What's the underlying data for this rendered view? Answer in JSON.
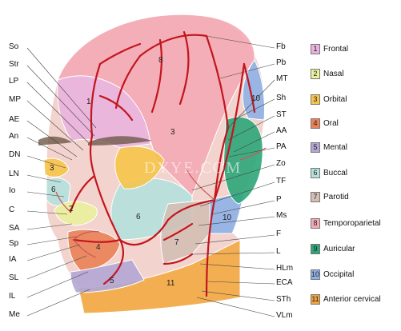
{
  "left_labels": [
    {
      "id": "So",
      "text": "So"
    },
    {
      "id": "Str",
      "text": "Str"
    },
    {
      "id": "LP",
      "text": "LP"
    },
    {
      "id": "MP",
      "text": "MP"
    },
    {
      "id": "AE",
      "text": "AE"
    },
    {
      "id": "An",
      "text": "An"
    },
    {
      "id": "DN",
      "text": "DN"
    },
    {
      "id": "LN",
      "text": "LN"
    },
    {
      "id": "Io",
      "text": "Io"
    },
    {
      "id": "C",
      "text": "C"
    },
    {
      "id": "SA",
      "text": "SA"
    },
    {
      "id": "Sp",
      "text": "Sp"
    },
    {
      "id": "IA",
      "text": "IA"
    },
    {
      "id": "SL",
      "text": "SL"
    },
    {
      "id": "IL",
      "text": "IL"
    },
    {
      "id": "Me",
      "text": "Me"
    }
  ],
  "right_labels": [
    {
      "id": "Fb",
      "text": "Fb"
    },
    {
      "id": "Pb",
      "text": "Pb"
    },
    {
      "id": "MT",
      "text": "MT"
    },
    {
      "id": "Sh",
      "text": "Sh"
    },
    {
      "id": "ST",
      "text": "ST"
    },
    {
      "id": "AA",
      "text": "AA"
    },
    {
      "id": "PA",
      "text": "PA"
    },
    {
      "id": "Zo",
      "text": "Zo"
    },
    {
      "id": "TF",
      "text": "TF"
    },
    {
      "id": "P",
      "text": "P"
    },
    {
      "id": "Ms",
      "text": "Ms"
    },
    {
      "id": "F",
      "text": "F"
    },
    {
      "id": "L",
      "text": "L"
    },
    {
      "id": "HLm",
      "text": "HLm"
    },
    {
      "id": "ECA",
      "text": "ECA"
    },
    {
      "id": "STh",
      "text": "STh"
    },
    {
      "id": "VLm",
      "text": "VLm"
    }
  ],
  "legend": [
    {
      "num": "1",
      "label": "Frontal",
      "color": "#e9b3de"
    },
    {
      "num": "2",
      "label": "Nasal",
      "color": "#eaf09d"
    },
    {
      "num": "3",
      "label": "Orbital",
      "color": "#f6c44a"
    },
    {
      "num": "4",
      "label": "Oral",
      "color": "#ea8158"
    },
    {
      "num": "5",
      "label": "Mental",
      "color": "#b3a6d4"
    },
    {
      "num": "6",
      "label": "Buccal",
      "color": "#b5e0dc"
    },
    {
      "num": "7",
      "label": "Parotid",
      "color": "#d4bfb5"
    },
    {
      "num": "8",
      "label": "Temporoparietal",
      "color": "#f4aab5"
    },
    {
      "num": "9",
      "label": "Auricular",
      "color": "#2ca579"
    },
    {
      "num": "10",
      "label": "Occipital",
      "color": "#8fb1e6"
    },
    {
      "num": "11",
      "label": "Anterior cervical",
      "color": "#f2a53f"
    }
  ],
  "region_numbers": [
    "8",
    "1",
    "10",
    "3",
    "3",
    "6",
    "6",
    "2",
    "10",
    "7",
    "4",
    "5",
    "11"
  ],
  "watermark": "DYYE.COM",
  "colors": {
    "artery": "#c3151d",
    "artery_light": "#c85a5a",
    "eyebrow": "#6e5a4a",
    "face_skin": "#f3d3cd",
    "neck_skin": "#f6dccd",
    "guide_line": "#444444"
  }
}
